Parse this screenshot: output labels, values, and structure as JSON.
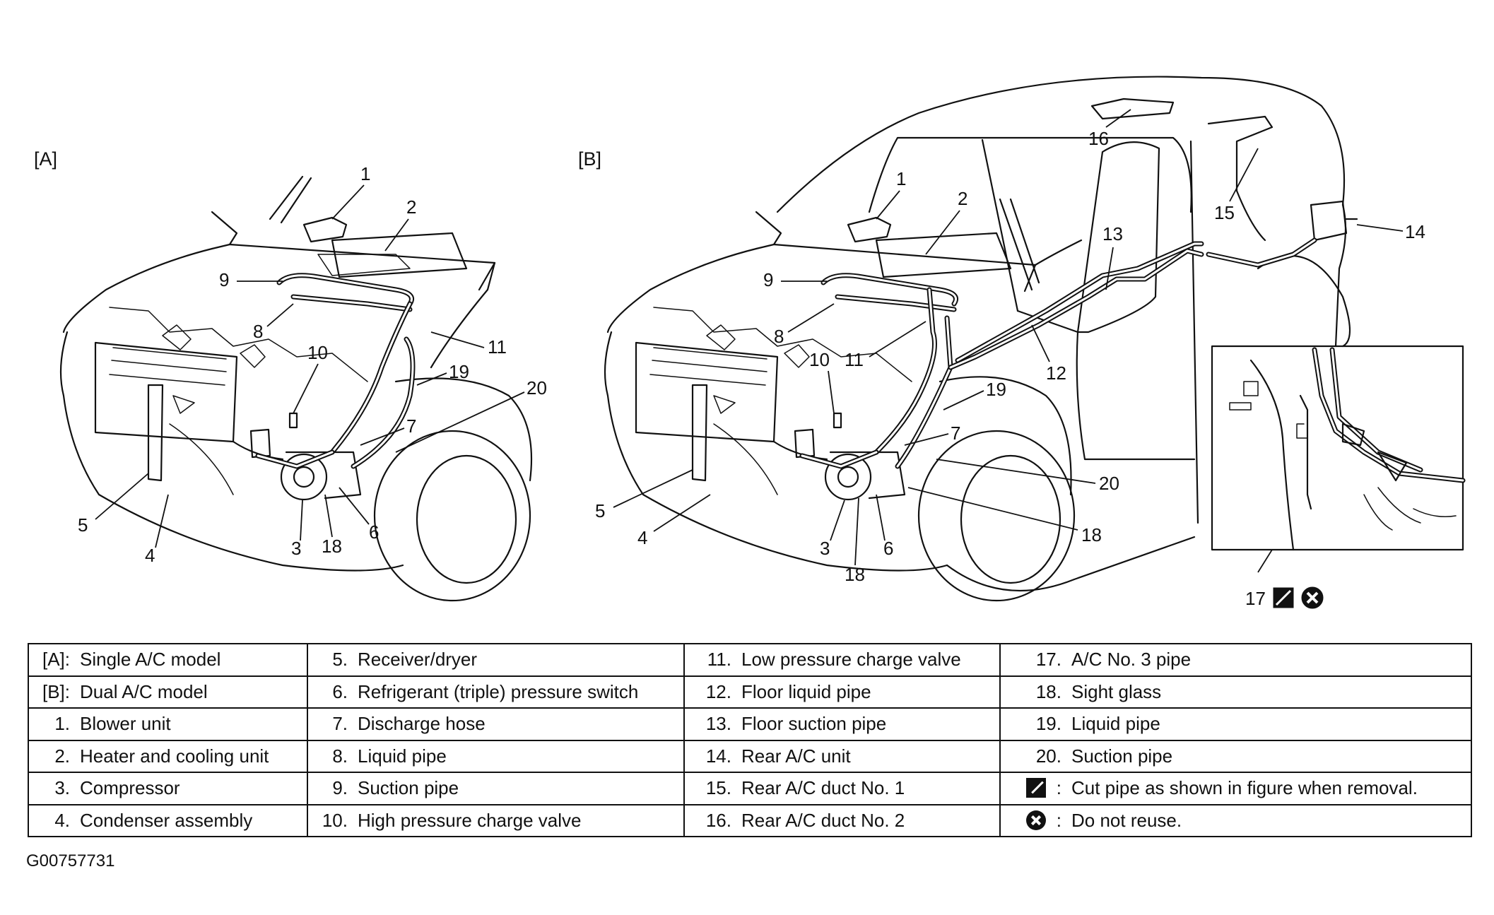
{
  "panels": [
    {
      "id": "A",
      "label": "[A]",
      "callouts": [
        "1",
        "2",
        "9",
        "8",
        "10",
        "11",
        "19",
        "20",
        "7",
        "5",
        "4",
        "3",
        "18",
        "6"
      ]
    },
    {
      "id": "B",
      "label": "[B]",
      "callouts": [
        "16",
        "1",
        "2",
        "15",
        "14",
        "13",
        "9",
        "8",
        "10",
        "11",
        "12",
        "19",
        "7",
        "20",
        "5",
        "4",
        "3",
        "6",
        "18",
        "17"
      ]
    }
  ],
  "legend": {
    "columns": [
      [
        {
          "num": "[A]:",
          "text": "Single A/C model"
        },
        {
          "num": "[B]:",
          "text": "Dual A/C model"
        },
        {
          "num": "1.",
          "text": "Blower unit"
        },
        {
          "num": "2.",
          "text": "Heater and cooling unit"
        },
        {
          "num": "3.",
          "text": "Compressor"
        },
        {
          "num": "4.",
          "text": "Condenser assembly"
        }
      ],
      [
        {
          "num": "5.",
          "text": "Receiver/dryer"
        },
        {
          "num": "6.",
          "text": "Refrigerant (triple) pressure switch"
        },
        {
          "num": "7.",
          "text": "Discharge hose"
        },
        {
          "num": "8.",
          "text": "Liquid pipe"
        },
        {
          "num": "9.",
          "text": "Suction pipe"
        },
        {
          "num": "10.",
          "text": "High pressure charge valve"
        }
      ],
      [
        {
          "num": "11.",
          "text": "Low pressure charge valve"
        },
        {
          "num": "12.",
          "text": "Floor liquid pipe"
        },
        {
          "num": "13.",
          "text": "Floor suction pipe"
        },
        {
          "num": "14.",
          "text": "Rear A/C unit"
        },
        {
          "num": "15.",
          "text": "Rear A/C duct No. 1"
        },
        {
          "num": "16.",
          "text": "Rear A/C duct No. 2"
        }
      ],
      [
        {
          "num": "17.",
          "text": "A/C No. 3 pipe"
        },
        {
          "num": "18.",
          "text": "Sight glass"
        },
        {
          "num": "19.",
          "text": "Liquid pipe"
        },
        {
          "num": "20.",
          "text": "Suction pipe"
        },
        {
          "icon": "cut-pipe-icon",
          "sep": ":",
          "text": "Cut pipe as shown in figure when removal."
        },
        {
          "icon": "do-not-reuse-icon",
          "sep": ":",
          "text": "Do not reuse."
        }
      ]
    ]
  },
  "figure_code": "G00757731"
}
